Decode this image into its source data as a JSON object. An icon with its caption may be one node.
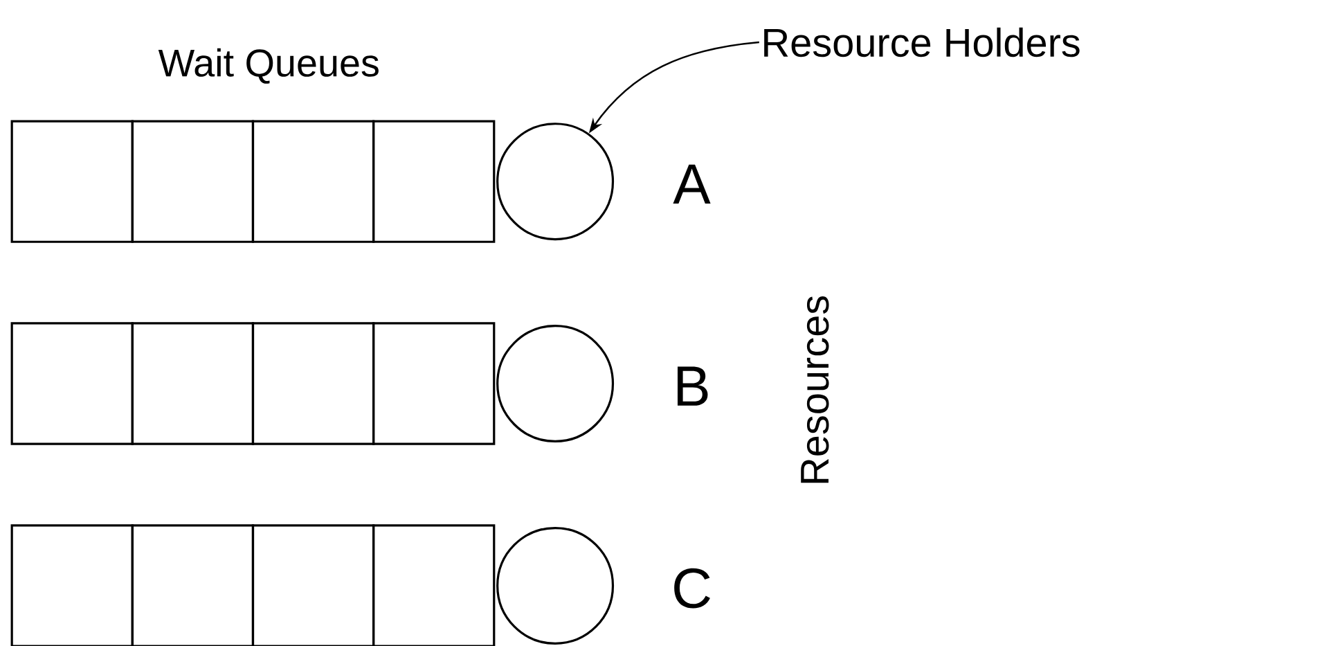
{
  "diagram": {
    "nodes": [
      {
        "text": [
          "Resource Holders"
        ]
      },
      {
        "text": [],
        "shape": "box"
      },
      {
        "text": [],
        "shape": "box"
      },
      {
        "text": [],
        "shape": "box"
      },
      {
        "text": [],
        "shape": "box"
      },
      {
        "text": [],
        "shape": "circle",
        "beside": [
          "A"
        ]
      },
      {
        "text": [],
        "shape": "box"
      },
      {
        "text": [],
        "shape": "box"
      },
      {
        "text": [],
        "shape": "box"
      },
      {
        "text": [],
        "shape": "box"
      },
      {
        "text": [],
        "shape": "circle",
        "beside": [
          "B"
        ]
      },
      {
        "text": [],
        "shape": "box"
      },
      {
        "text": [],
        "shape": "box"
      },
      {
        "text": [],
        "shape": "box"
      },
      {
        "text": [],
        "shape": "box"
      },
      {
        "text": [],
        "shape": "circle",
        "beside": [
          "C"
        ]
      }
    ],
    "edges": [
      {
        "from": 0,
        "to": 5,
        "arrow": "to"
      }
    ],
    "labels": [
      "Wait Queues",
      "Resources"
    ]
  }
}
